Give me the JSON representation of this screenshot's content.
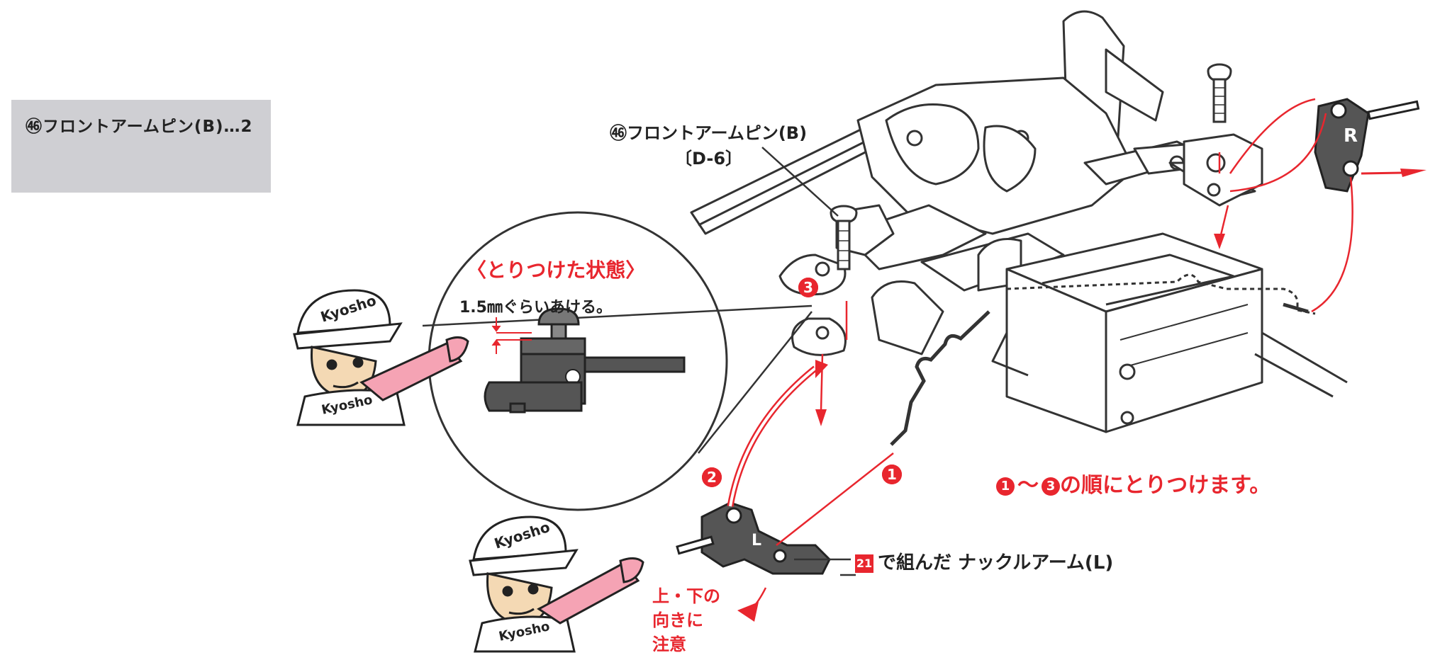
{
  "parts_box": {
    "label": "㊻フロントアームピン(B)…2"
  },
  "pin_callout": {
    "line1": "㊻フロントアームピン(B)",
    "line2": "〔D-6〕"
  },
  "detail": {
    "title": "〈とりつけた状態〉",
    "gap_note": "1.5㎜ぐらいあける。"
  },
  "steps": {
    "s1": "1",
    "s2": "2",
    "s3": "3"
  },
  "order_note": {
    "from": "1",
    "sep": "～",
    "to": "3",
    "text": "の順にとりつけます。"
  },
  "knuckle_note": {
    "ref": "21",
    "text": "で組んだ ナックルアーム(L)"
  },
  "caution": {
    "line1": "上・下の",
    "line2": "向きに",
    "line3": "注意"
  },
  "knuckle_r_letter": "R",
  "knuckle_l_letter": "L",
  "mascot_cap_text": "Kyosho",
  "mascot_shirt_text": "Kyosho",
  "colors": {
    "accent_red": "#e8262e",
    "line_art": "#333333",
    "panel_gray": "#cfcfd3"
  }
}
